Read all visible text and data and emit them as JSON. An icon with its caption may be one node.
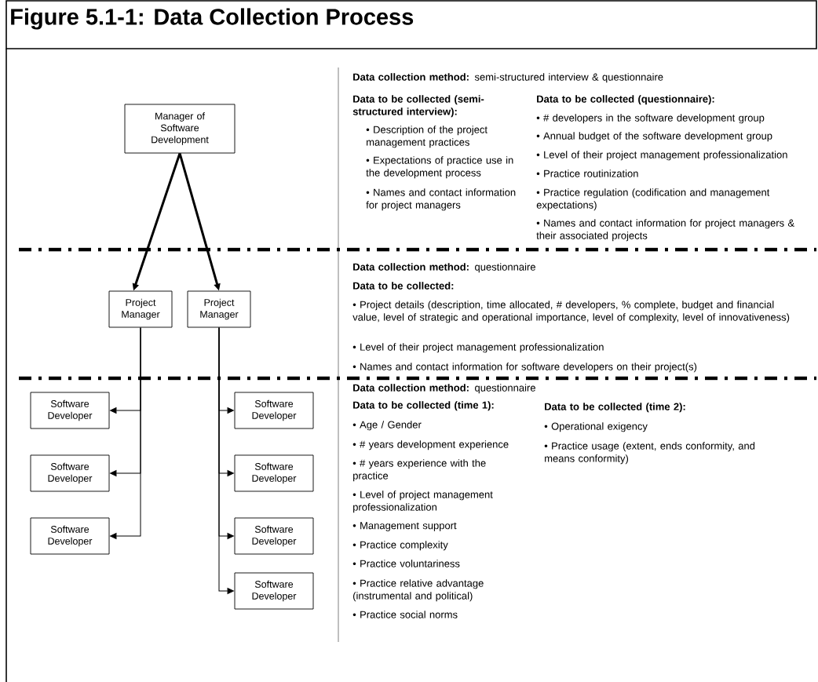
{
  "diagram": {
    "title": "Figure 5.1-1: Data Collection Process",
    "nodes": [
      {
        "text": [
          "Manager of Software Development"
        ]
      },
      {
        "text": [
          "Project Manager"
        ]
      },
      {
        "text": [
          "Project Manager"
        ]
      },
      {
        "text": [
          "Software Developer"
        ]
      },
      {
        "text": [
          "Software Developer"
        ]
      },
      {
        "text": [
          "Software Developer"
        ]
      },
      {
        "text": [
          "Software Developer"
        ]
      },
      {
        "text": [
          "Software Developer"
        ]
      },
      {
        "text": [
          "Software Developer"
        ]
      },
      {
        "text": [
          "Software Developer"
        ]
      }
    ],
    "edges": [
      {
        "from": 0,
        "to": 1,
        "arrow": "to",
        "style": "thick"
      },
      {
        "from": 0,
        "to": 2,
        "arrow": "to",
        "style": "thick"
      },
      {
        "from": 1,
        "to": 3,
        "arrow": "to"
      },
      {
        "from": 1,
        "to": 4,
        "arrow": "to"
      },
      {
        "from": 1,
        "to": 5,
        "arrow": "to"
      },
      {
        "from": 2,
        "to": 6,
        "arrow": "to"
      },
      {
        "from": 2,
        "to": 7,
        "arrow": "to"
      },
      {
        "from": 2,
        "to": 8,
        "arrow": "to"
      },
      {
        "from": 2,
        "to": 9,
        "arrow": "to"
      }
    ],
    "labels": [
      "**Data collection method:** semi-structured interview & questionnaire",
      "Data to be collected (semi-structured interview):",
      "• Description of the project management practices",
      "• Expectations of practice use in the development process",
      "• Names and contact information for project managers",
      "Data to be collected (questionnaire):",
      "• # developers in the software development group",
      "• Annual budget of the software development group",
      "• Level of their project management professionalization",
      "• Practice routinization",
      "• Practice regulation (codification and management expectations)",
      "• Names and contact information for project managers & their associated projects",
      "**Data collection method:** questionnaire",
      "Data to be collected:",
      "• Project details (description, time allocated, # developers, % complete, budget and financial value, level of strategic and operational importance, level of complexity, level of innovativeness)",
      "• Level of their project management professionalization",
      "• Names and contact information for software developers on their project(s)",
      "**Data collection method:** questionnaire",
      "Data to be collected (time 1):",
      "• Age / Gender",
      "• # years development experience",
      "• # years experience with the practice",
      "• Level of project management professionalization",
      "• Management support",
      "• Practice complexity",
      "• Practice voluntariness",
      "• Practice relative advantage (instrumental and political)",
      "• Practice social norms",
      "Data to be collected (time 2):",
      "• Operational exigency",
      "• Practice usage (extent, ends conformity, and means conformity)"
    ]
  }
}
